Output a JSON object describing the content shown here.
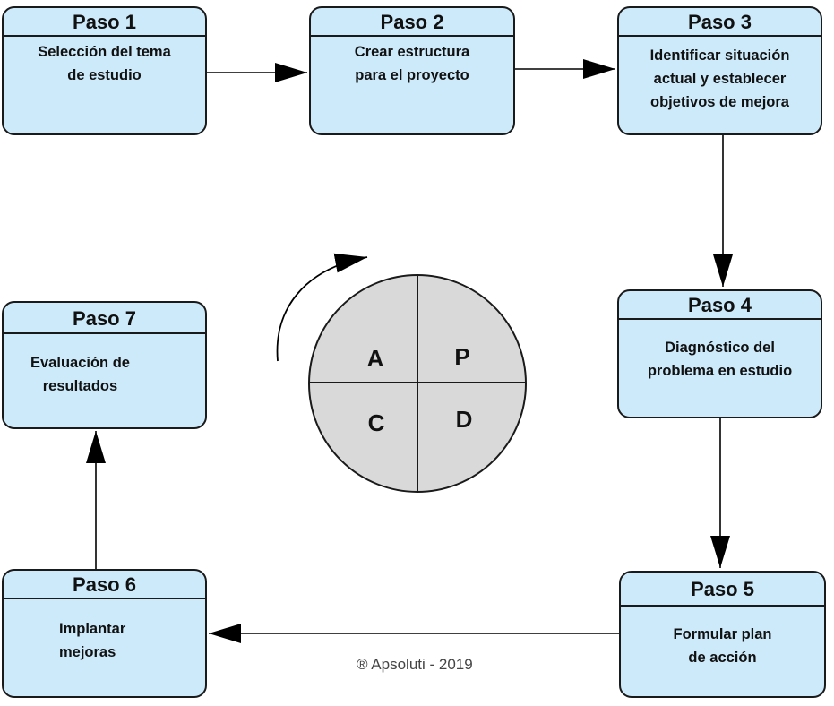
{
  "steps": [
    {
      "title": "Paso 1",
      "text": "Selección del tema\nde estudio"
    },
    {
      "title": "Paso 2",
      "text": "Crear estructura\npara el proyecto"
    },
    {
      "title": "Paso 3",
      "text": "Identificar situación\nactual y establecer\nobjetivos de mejora"
    },
    {
      "title": "Paso 4",
      "text": "Diagnóstico del\nproblema en estudio"
    },
    {
      "title": "Paso 5",
      "text": "Formular plan\nde acción"
    },
    {
      "title": "Paso 6",
      "text": "Implantar\nmejoras"
    },
    {
      "title": "Paso 7",
      "text": "Evaluación de\nresultados"
    }
  ],
  "cycle": {
    "quadrants": [
      "A",
      "P",
      "C",
      "D"
    ]
  },
  "credit": "® Apsoluti  - 2019",
  "colors": {
    "box_fill": "#cdeafb",
    "circle_fill": "#d9d9d9",
    "stroke": "#1a1a1a"
  }
}
